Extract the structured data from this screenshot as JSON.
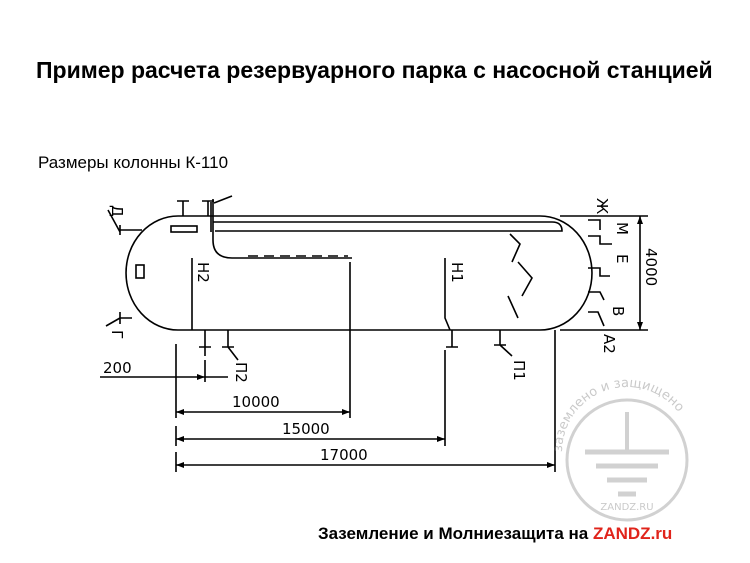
{
  "slide": {
    "title": "Пример расчета резервуарного парка с насосной станцией",
    "subtitle": "Размеры колонны К-110"
  },
  "drawing": {
    "nozzle_labels": [
      "Д",
      "Г",
      "Н2",
      "Н1",
      "П2",
      "П1",
      "Ж",
      "М",
      "Е",
      "В",
      "А2"
    ],
    "dimensions": [
      "200",
      "10000",
      "15000",
      "17000",
      "4000"
    ]
  },
  "watermark": {
    "ring_text": "заземлено и защищено",
    "site_text": "ZANDZ.RU"
  },
  "footer": {
    "text": "Заземление и Молниезащита на ",
    "brand": "ZANDZ.ru"
  }
}
